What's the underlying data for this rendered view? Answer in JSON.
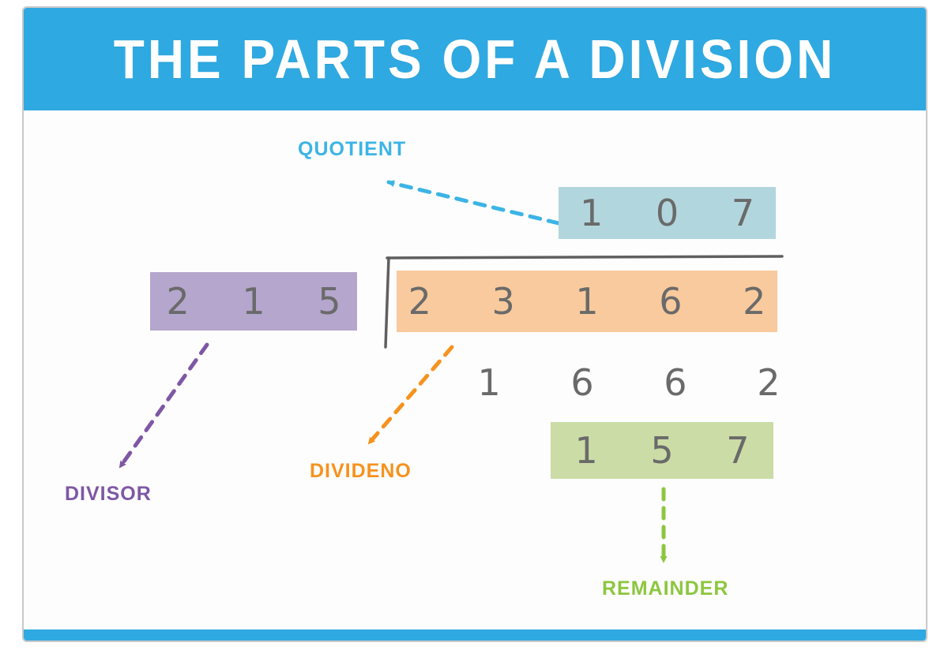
{
  "title": "THE PARTS OF A DIVISION",
  "labels": {
    "quotient": "QUOTIENT",
    "divisor": "DIVISOR",
    "dividend": "DIVIDENO",
    "remainder": "REMAINDER"
  },
  "numbers": {
    "quotient": "1 0 7",
    "divisor": "2 1 5",
    "dividend": "2 3 1 6 2",
    "subtraction_row": "1 6 6 2",
    "remainder": "1 5 7"
  },
  "colors": {
    "header_bar": "#2fa9e1",
    "quotient_box": "#b2d6dd",
    "divisor_box": "#b4a6cc",
    "dividend_box": "#f9ca9d",
    "remainder_box": "#ccdca6",
    "quotient_label": "#3cb4e5",
    "divisor_label": "#7e57a4",
    "dividend_label": "#f6921e",
    "remainder_label": "#8dc63f",
    "digits": "#6a6a6a",
    "bracket_line": "#5f5f5f"
  }
}
